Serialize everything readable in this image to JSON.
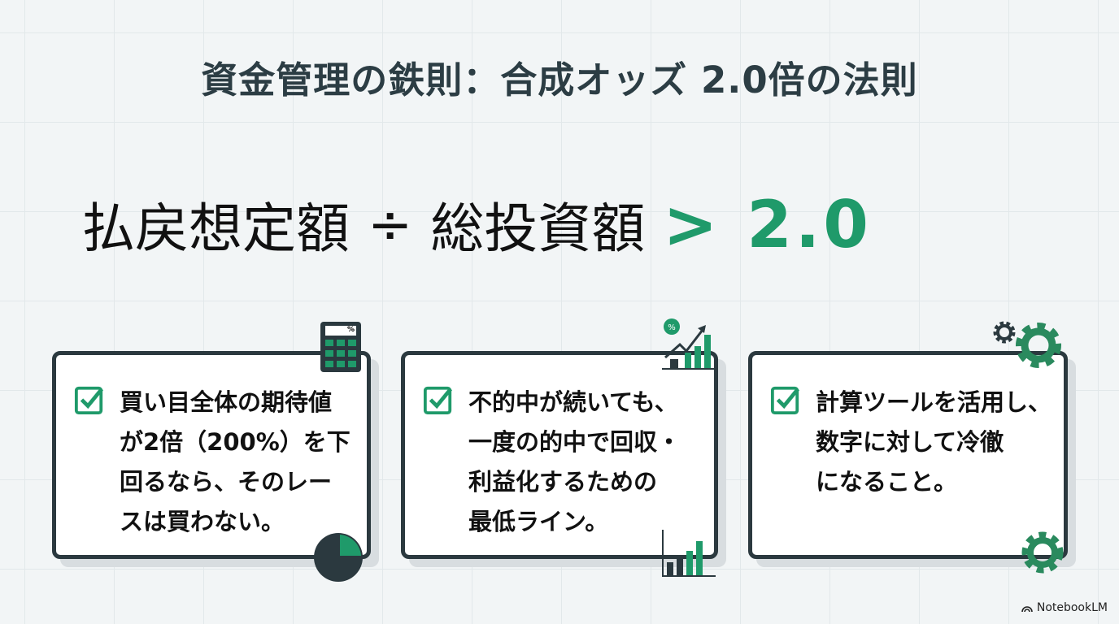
{
  "title": "資金管理の鉄則：合成オッズ 2.0倍の法則",
  "formula": {
    "numerator": "払戻想定額",
    "operator": "÷",
    "denominator": "総投資額",
    "comparison": ">",
    "threshold": "2.0"
  },
  "cards": [
    {
      "lines": [
        "買い目全体の期待値",
        "が2倍（200%）を下",
        "回るなら、そのレー",
        "スは買わない。"
      ]
    },
    {
      "lines": [
        "不的中が続いても、",
        "一度の的中で回収・",
        "利益化するための",
        "最低ライン。"
      ]
    },
    {
      "lines": [
        "計算ツールを活用し、",
        "数字に対して冷徹",
        "になること。"
      ]
    }
  ],
  "calculator_label": "%",
  "chart_badge": "%",
  "watermark": "NotebookLM",
  "colors": {
    "accent": "#1f9a6a",
    "dark": "#2b393f"
  }
}
